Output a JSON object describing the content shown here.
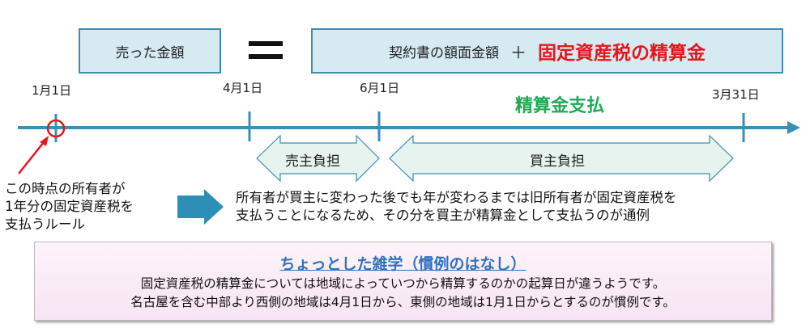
{
  "formula": {
    "sale_amount": "売った金額",
    "equals": "=",
    "contract_amount": "契約書の額面金額",
    "plus": "＋",
    "settlement": "固定資産税の精算金"
  },
  "timeline": {
    "dates": [
      "1月1日",
      "4月1日",
      "6月1日",
      "3月31日"
    ],
    "settlement_payment": "精算金支払",
    "seller_burden": "売主負担",
    "buyer_burden": "買主負担"
  },
  "notes": {
    "rule": [
      "この時点の所有者が",
      "1年分の固定資産税を",
      "支払うルール"
    ],
    "explanation": [
      "所有者が買主に変わった後でも年が変わるまでは旧所有者が固定資産税を",
      "支払うことになるため、その分を買主が精算金として支払うのが通例"
    ]
  },
  "trivia": {
    "title": "ちょっとした雑学（慣例のはなし）",
    "lines": [
      "固定資産税の精算金については地域によっていつから精算するのかの起算日が違うようです。",
      "名古屋を含む中部より西側の地域は4月1日から、東側の地域は1月1日からとするのが慣例です。"
    ]
  },
  "colors": {
    "accent": "#3a8fb7",
    "red": "#e8141b",
    "green": "#1faa55"
  }
}
